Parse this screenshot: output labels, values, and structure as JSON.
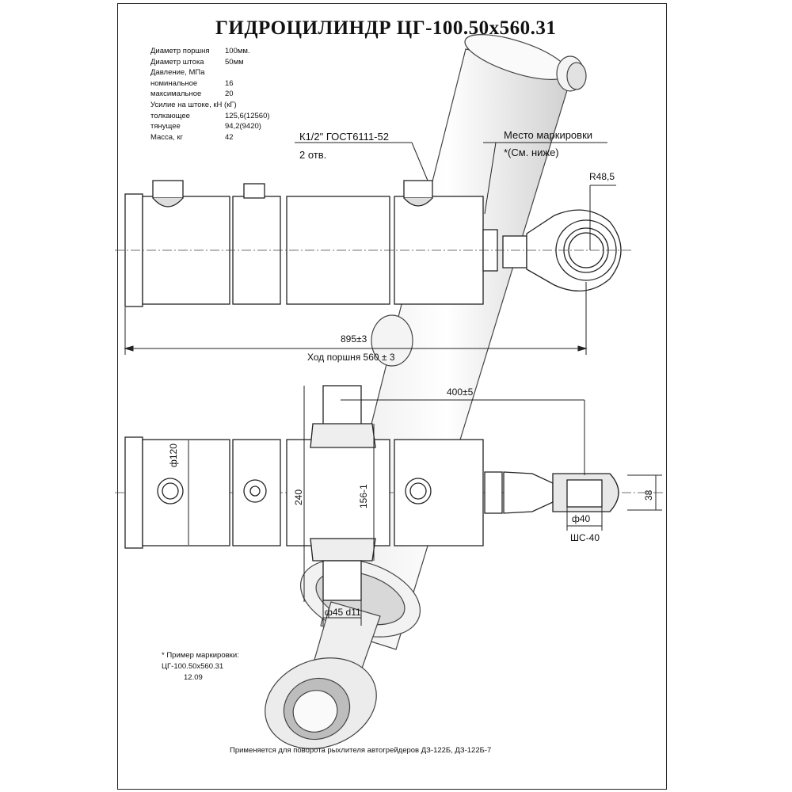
{
  "title": "ГИДРОЦИЛИНДР  ЦГ-100.50х560.31",
  "specs": [
    {
      "label": "Диаметр поршня",
      "value": "100мм."
    },
    {
      "label": "Диаметр штока",
      "value": "50мм"
    },
    {
      "label": "Давление, МПа",
      "value": ""
    },
    {
      "label": "номинальное",
      "value": "16"
    },
    {
      "label": "максимальное",
      "value": "20"
    },
    {
      "label": "Усилие на штоке, кН (кГ)",
      "value": ""
    },
    {
      "label": "толкающее",
      "value": "125,6(12560)"
    },
    {
      "label": "тянущее",
      "value": "94,2(9420)"
    },
    {
      "label": "Масса, кг",
      "value": "42"
    }
  ],
  "annotations": {
    "port_thread": "К1/2\" ГОСТ6111-52",
    "port_count": "2 отв.",
    "marking_place": "Место маркировки",
    "marking_ref": "*(См. ниже)",
    "radius": "R48,5"
  },
  "dimensions": {
    "total_length": "895±3",
    "stroke": "Ход поршня 560 ± 3",
    "trunnion_offset": "400±5",
    "body_diameter": "ф120",
    "trunnion_span": "240",
    "trunnion_width": "156-1",
    "eye_height": "38",
    "bearing_diameter": "ф40",
    "bearing_type": "ШС-40",
    "pin_diameter": "ф45 d11"
  },
  "marking_example": {
    "heading": "* Пример маркировки:",
    "code": "ЦГ-100.50х560.31",
    "date": "12.09"
  },
  "footer": "Применяется для поворота рыхлителя автогрейдеров ДЗ-122Б, ДЗ-122Б-7"
}
